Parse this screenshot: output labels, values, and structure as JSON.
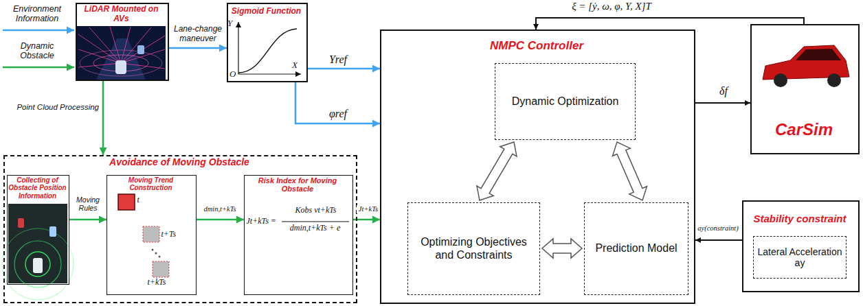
{
  "diagram": {
    "nodes": [
      {
        "text": [
          "LiDAR Mounted on AVs"
        ]
      },
      {
        "text": [
          "Sigmoid Function",
          "Y",
          "O",
          "X"
        ]
      },
      {
        "text": [
          "NMPC Controller"
        ]
      },
      {
        "text": [
          "Dynamic Optimization"
        ],
        "in": 2
      },
      {
        "text": [
          "Optimizing Objectives and Constraints"
        ],
        "in": 2
      },
      {
        "text": [
          "Prediction Model"
        ],
        "in": 2
      },
      {
        "text": [
          "CarSim"
        ]
      },
      {
        "text": [
          "Avoidance of Moving Obstacle"
        ]
      },
      {
        "text": [
          "Collecting of Obstacle Position Information"
        ],
        "in": 7
      },
      {
        "text": [
          "Moving Trend Construction",
          "t",
          "t+Ts",
          "t+kTs"
        ],
        "in": 7
      },
      {
        "text": [
          "Risk Index for Moving Obstacle",
          "Jt+kTs =",
          "Kobs vt+kTs",
          "dmin,t+kTs + e"
        ],
        "in": 7
      },
      {
        "text": [
          "Stability constraint"
        ]
      },
      {
        "text": [
          "Lateral Acceleration ay"
        ],
        "in": 11
      }
    ],
    "edges": [
      {
        "from": 0,
        "to": 1,
        "arrow": "to",
        "label": "Lane-change maneuver"
      },
      {
        "from": 1,
        "to": 2,
        "arrow": "to",
        "label": "Yref"
      },
      {
        "from": 1,
        "to": 2,
        "arrow": "to",
        "label": "φref"
      },
      {
        "from": 2,
        "to": 6,
        "arrow": "to",
        "label": "δf"
      },
      {
        "from": 6,
        "to": 2,
        "arrow": "to",
        "label": "ξ = [ẏ, ω, φ, Y, X]T"
      },
      {
        "from": 0,
        "to": 7,
        "arrow": "to",
        "label": "Point Cloud Processing"
      },
      {
        "from": 8,
        "to": 9,
        "arrow": "to",
        "label": "Moving Rules"
      },
      {
        "from": 9,
        "to": 10,
        "arrow": "to",
        "label": "dmin,t+kTs"
      },
      {
        "from": 10,
        "to": 2,
        "arrow": "to",
        "label": "Jt+kTs"
      },
      {
        "from": 11,
        "to": 2,
        "arrow": "to",
        "label": "ay(constraint)"
      },
      {
        "from": 3,
        "to": 4,
        "arrow": "both"
      },
      {
        "from": 3,
        "to": 5,
        "arrow": "both"
      },
      {
        "from": 4,
        "to": 5,
        "arrow": "both"
      }
    ],
    "labels": [
      "Environment Information",
      "Dynamic Obstacle"
    ]
  }
}
